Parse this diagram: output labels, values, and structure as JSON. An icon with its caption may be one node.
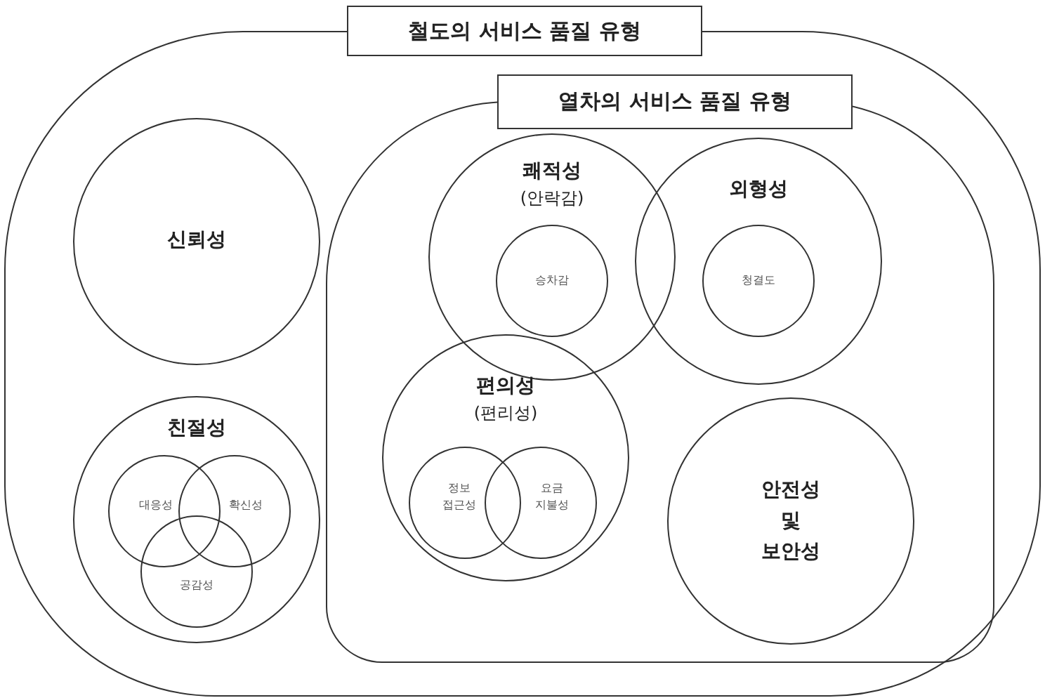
{
  "diagram": {
    "nodes": [
      {
        "text": [
          "철도의 서비스 품질 유형"
        ]
      },
      {
        "text": [
          "신뢰성"
        ],
        "in": 0
      },
      {
        "text": [
          "친절성"
        ],
        "in": 0
      },
      {
        "text": [
          "대응성"
        ],
        "in": 2
      },
      {
        "text": [
          "확신성"
        ],
        "in": 2
      },
      {
        "text": [
          "공감성"
        ],
        "in": 2
      },
      {
        "text": [
          "열차의 서비스 품질 유형"
        ],
        "in": 0
      },
      {
        "text": [
          "쾌적성",
          "(안락감)"
        ],
        "in": 6
      },
      {
        "text": [
          "승차감"
        ],
        "in": 7
      },
      {
        "text": [
          "외형성"
        ],
        "in": 6
      },
      {
        "text": [
          "청결도"
        ],
        "in": 9
      },
      {
        "text": [
          "편의성",
          "(편리성)"
        ],
        "in": 6
      },
      {
        "text": [
          "정보 접근성"
        ],
        "in": 11
      },
      {
        "text": [
          "요금 지불성"
        ],
        "in": 11
      },
      {
        "text": [
          "안전성 및 보안성"
        ],
        "in": 6
      }
    ]
  }
}
